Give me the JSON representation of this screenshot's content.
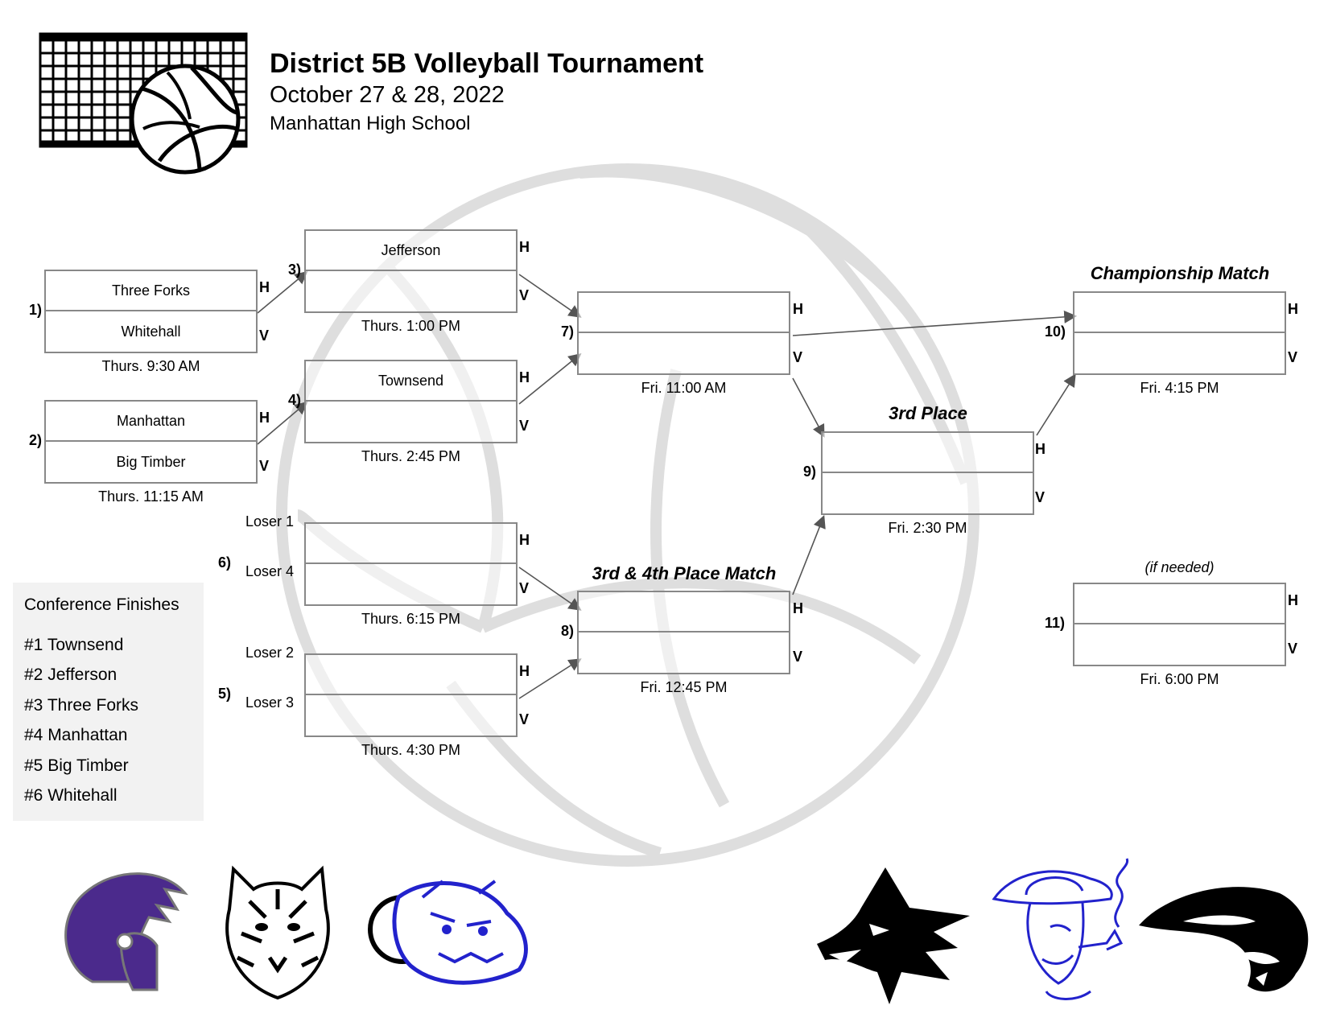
{
  "header": {
    "title": "District 5B Volleyball Tournament",
    "dates": "October 27 & 28, 2022",
    "venue": "Manhattan High School"
  },
  "home_mark": "H",
  "visitor_mark": "V",
  "matches": {
    "m1": {
      "num": "1)",
      "home": "Three Forks",
      "visitor": "Whitehall",
      "time": "Thurs. 9:30 AM"
    },
    "m2": {
      "num": "2)",
      "home": "Manhattan",
      "visitor": "Big Timber",
      "time": "Thurs. 11:15 AM"
    },
    "m3": {
      "num": "3)",
      "home": "Jefferson",
      "visitor": "",
      "time": "Thurs. 1:00 PM"
    },
    "m4": {
      "num": "4)",
      "home": "Townsend",
      "visitor": "",
      "time": "Thurs. 2:45 PM"
    },
    "m5": {
      "num": "5)",
      "home": "",
      "visitor": "",
      "time": "Thurs. 4:30 PM",
      "feed_home": "Loser 2",
      "feed_visitor": "Loser 3"
    },
    "m6": {
      "num": "6)",
      "home": "",
      "visitor": "",
      "time": "Thurs. 6:15 PM",
      "feed_home": "Loser 1",
      "feed_visitor": "Loser 4"
    },
    "m7": {
      "num": "7)",
      "home": "",
      "visitor": "",
      "time": "Fri. 11:00 AM"
    },
    "m8": {
      "num": "8)",
      "home": "",
      "visitor": "",
      "time": "Fri. 12:45 PM",
      "title": "3rd & 4th Place Match"
    },
    "m9": {
      "num": "9)",
      "home": "",
      "visitor": "",
      "time": "Fri. 2:30 PM",
      "title": "3rd Place"
    },
    "m10": {
      "num": "10)",
      "home": "",
      "visitor": "",
      "time": "Fri. 4:15 PM",
      "title": "Championship Match"
    },
    "m11": {
      "num": "11)",
      "home": "",
      "visitor": "",
      "time": "Fri. 6:00 PM",
      "note": "(if needed)"
    }
  },
  "conference": {
    "heading": "Conference Finishes",
    "rows": [
      "#1  Townsend",
      "#2  Jefferson",
      "#3  Three Forks",
      "#4  Manhattan",
      "#5  Big Timber",
      "#6  Whitehall"
    ]
  },
  "logos": [
    "spartan-helmet",
    "tiger",
    "bulldog",
    "wolf",
    "cowboy-smoking-pipe",
    "panther"
  ],
  "colors": {
    "purple": "#4b2a8c",
    "blue": "#2222cc",
    "watermark": "#dddddd",
    "border": "#888888"
  }
}
